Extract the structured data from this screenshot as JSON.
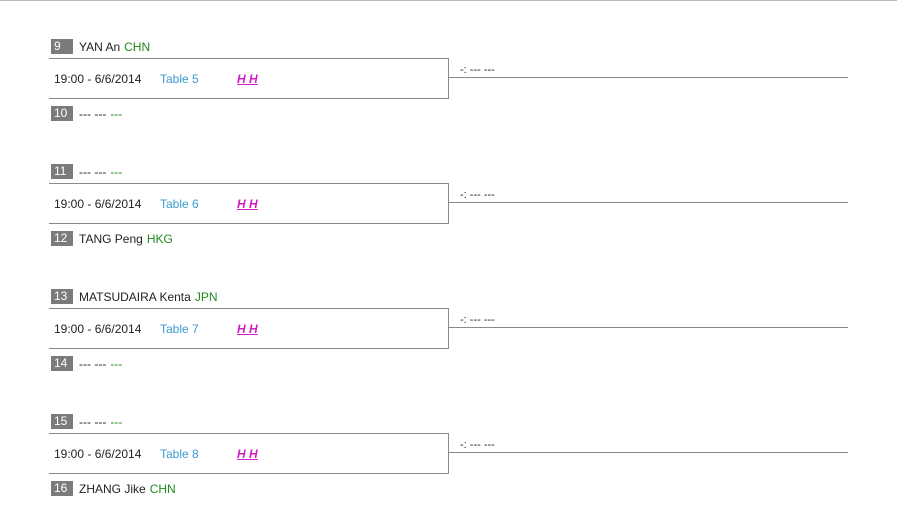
{
  "matches": [
    {
      "player1": {
        "seed": "9",
        "name": "YAN An",
        "country": "CHN"
      },
      "player2": {
        "seed": "10",
        "name": "--- ---",
        "country": "---"
      },
      "time": "19:00 - 6/6/2014",
      "table": "Table 5",
      "hh": "H H",
      "result": "-: --- ---"
    },
    {
      "player1": {
        "seed": "11",
        "name": "--- ---",
        "country": "---"
      },
      "player2": {
        "seed": "12",
        "name": "TANG Peng",
        "country": "HKG"
      },
      "time": "19:00 - 6/6/2014",
      "table": "Table 6",
      "hh": "H H",
      "result": "-: --- ---"
    },
    {
      "player1": {
        "seed": "13",
        "name": "MATSUDAIRA Kenta",
        "country": "JPN"
      },
      "player2": {
        "seed": "14",
        "name": "--- ---",
        "country": "---"
      },
      "time": "19:00 - 6/6/2014",
      "table": "Table 7",
      "hh": "H H",
      "result": "-: --- ---"
    },
    {
      "player1": {
        "seed": "15",
        "name": "--- ---",
        "country": "---"
      },
      "player2": {
        "seed": "16",
        "name": "ZHANG Jike",
        "country": "CHN"
      },
      "time": "19:00 - 6/6/2014",
      "table": "Table 8",
      "hh": "H H",
      "result": "-: --- ---"
    }
  ]
}
